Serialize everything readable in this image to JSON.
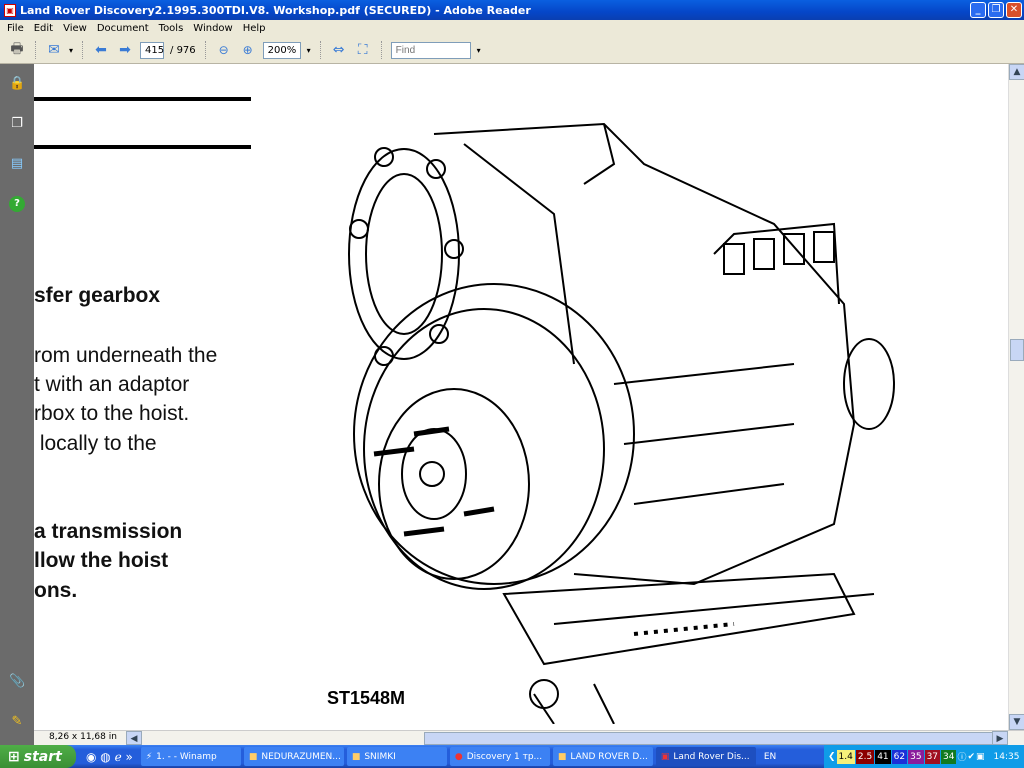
{
  "window": {
    "title": "Land Rover Discovery2.1995.300TDI.V8. Workshop.pdf (SECURED) - Adobe Reader"
  },
  "menu": [
    "File",
    "Edit",
    "View",
    "Document",
    "Tools",
    "Window",
    "Help"
  ],
  "toolbar": {
    "page_current": "415",
    "page_total": "/ 976",
    "zoom": "200%",
    "find_placeholder": "Find"
  },
  "document": {
    "heading": "sfer gearbox",
    "para": [
      "rom underneath the",
      "t with an adaptor",
      "rbox to the hoist.",
      " locally to the"
    ],
    "bold": [
      "a transmission",
      "llow the hoist",
      "ons."
    ],
    "figure_label": "ST1548M"
  },
  "status": {
    "page_size": "8,26 x 11,68 in"
  },
  "taskbar": {
    "start": "start",
    "tasks": [
      "1. - - Winamp",
      "NEDURAZUMEN...",
      "SNIMKI",
      "Discovery 1 тр...",
      "LAND ROVER D...",
      "Land Rover Dis..."
    ],
    "lang": "EN",
    "tray_numbers": [
      {
        "v": "1.4",
        "bg": "#f5f07a",
        "fg": "#000"
      },
      {
        "v": "2.5",
        "bg": "#8b0000",
        "fg": "#fff"
      },
      {
        "v": "41",
        "bg": "#000",
        "fg": "#fff"
      },
      {
        "v": "62",
        "bg": "#1b2fd8",
        "fg": "#fff"
      },
      {
        "v": "35",
        "bg": "#8a1d9c",
        "fg": "#fff"
      },
      {
        "v": "37",
        "bg": "#a01020",
        "fg": "#fff"
      },
      {
        "v": "34",
        "bg": "#127a20",
        "fg": "#fff"
      }
    ],
    "clock": "14:35"
  }
}
